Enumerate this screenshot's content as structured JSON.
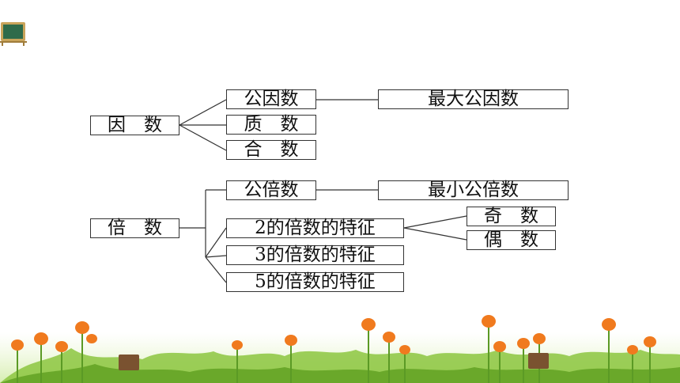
{
  "factors": {
    "root": "因　数",
    "gcf_source": "公因数",
    "gcf": "最大公因数",
    "prime": "质　数",
    "composite": "合　数"
  },
  "multiples": {
    "root": "倍　数",
    "lcm_source": "公倍数",
    "lcm": "最小公倍数",
    "div2": "2的倍数的特征",
    "div3": "3的倍数的特征",
    "div5": "5的倍数的特征",
    "odd": "奇　数",
    "even": "偶　数"
  },
  "colors": {
    "line": "#333333",
    "board_frame": "#c9a45a",
    "board_face": "#2f6b4a",
    "flower": "#f07a1e",
    "grass": "#8cc63f"
  },
  "icons": [
    "chalkboard-icon"
  ]
}
